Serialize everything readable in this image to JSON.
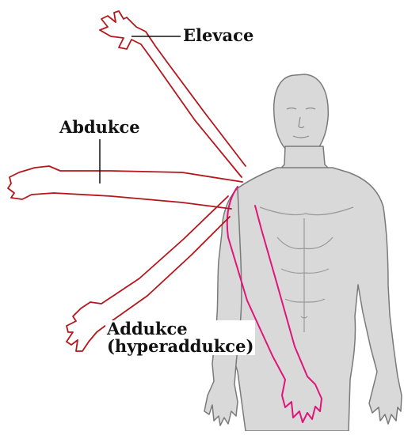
{
  "figure": {
    "labels": {
      "elevation": "Elevace",
      "abduction": "Abdukce",
      "adduction_line1": "Addukce",
      "adduction_line2": "(hyperaddukce)"
    },
    "colors": {
      "arm_outline": "#b5161c",
      "arm_highlight": "#e0157a",
      "body_fill": "#d9d9d9",
      "body_outline": "#7a7a7a",
      "leader_line": "#111111"
    }
  }
}
